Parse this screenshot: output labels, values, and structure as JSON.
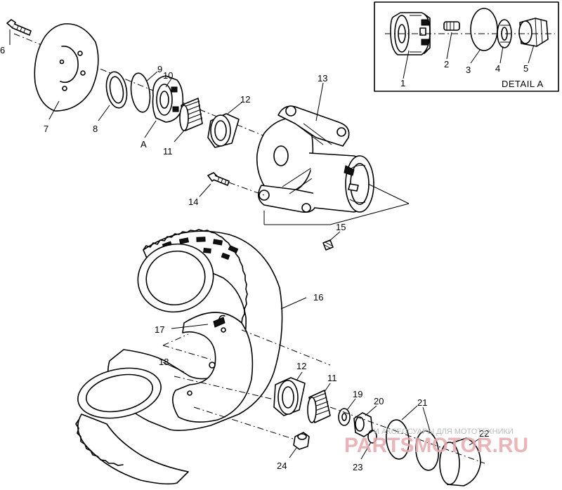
{
  "detail": {
    "title": "DETAIL A",
    "callouts": [
      "1",
      "2",
      "3",
      "4",
      "5"
    ]
  },
  "callouts": {
    "c6": "6",
    "c7": "7",
    "c8": "8",
    "c9": "9",
    "cA": "A",
    "c10": "10",
    "c11_top": "11",
    "c12_top": "12",
    "c13": "13",
    "c14": "14",
    "c15": "15",
    "c16": "16",
    "c17": "17",
    "c18": "18",
    "c12_bot": "12",
    "c11_bot": "11",
    "c19": "19",
    "c20": "20",
    "c21": "21",
    "c22": "22",
    "c23": "23",
    "c24": "24"
  },
  "watermark": {
    "tagline": "И АКСЕССУАРЫ ДЛЯ МОТОТЕХНИКИ",
    "logo": "PARTSMOTOR.RU"
  },
  "colors": {
    "ink": "#000000",
    "paper": "#ffffff",
    "watermark_logo": "#e7a9ad",
    "watermark_tagline": "#b9b9b9"
  }
}
